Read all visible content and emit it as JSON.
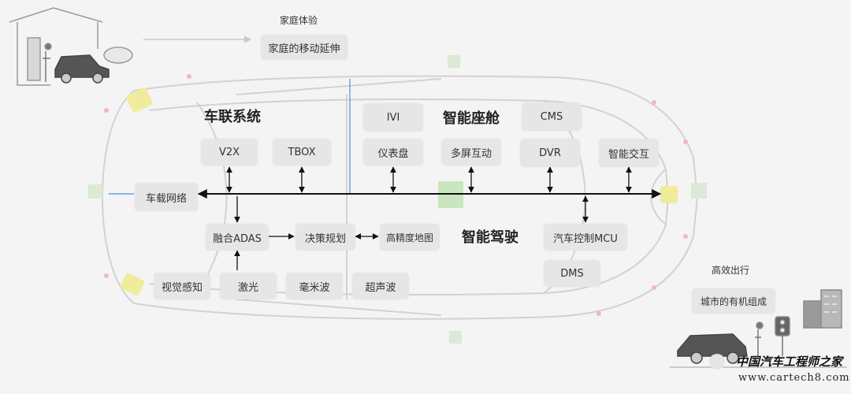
{
  "home": {
    "title": "家庭体验",
    "box": "家庭的移动延伸"
  },
  "telematics": {
    "heading": "车联系统",
    "v2x": "V2X",
    "tbox": "TBOX",
    "network": "车载网络"
  },
  "cockpit": {
    "heading": "智能座舱",
    "ivi": "IVI",
    "cluster": "仪表盘",
    "multiscreen": "多屏互动",
    "cms": "CMS",
    "dvr": "DVR",
    "interaction": "智能交互"
  },
  "driving": {
    "heading": "智能驾驶",
    "fusion": "融合ADAS",
    "decision": "决策规划",
    "hdmap": "高精度地图",
    "vision": "视觉感知",
    "lidar": "激光",
    "mmwave": "毫米波",
    "ultrasonic": "超声波",
    "mcu": "汽车控制MCU",
    "dms": "DMS"
  },
  "mobility": {
    "title": "高效出行",
    "box": "城市的有机组成"
  },
  "watermark": {
    "cn": "中国汽车工程师之家",
    "url": "www.cartech8.com"
  },
  "colors": {
    "box_bg": "#e6e6e6",
    "bus": "#111111",
    "accent_blue": "#4a90d9",
    "sensor_yellow": "#f1eb9c",
    "sensor_green": "#c8e6c0"
  }
}
